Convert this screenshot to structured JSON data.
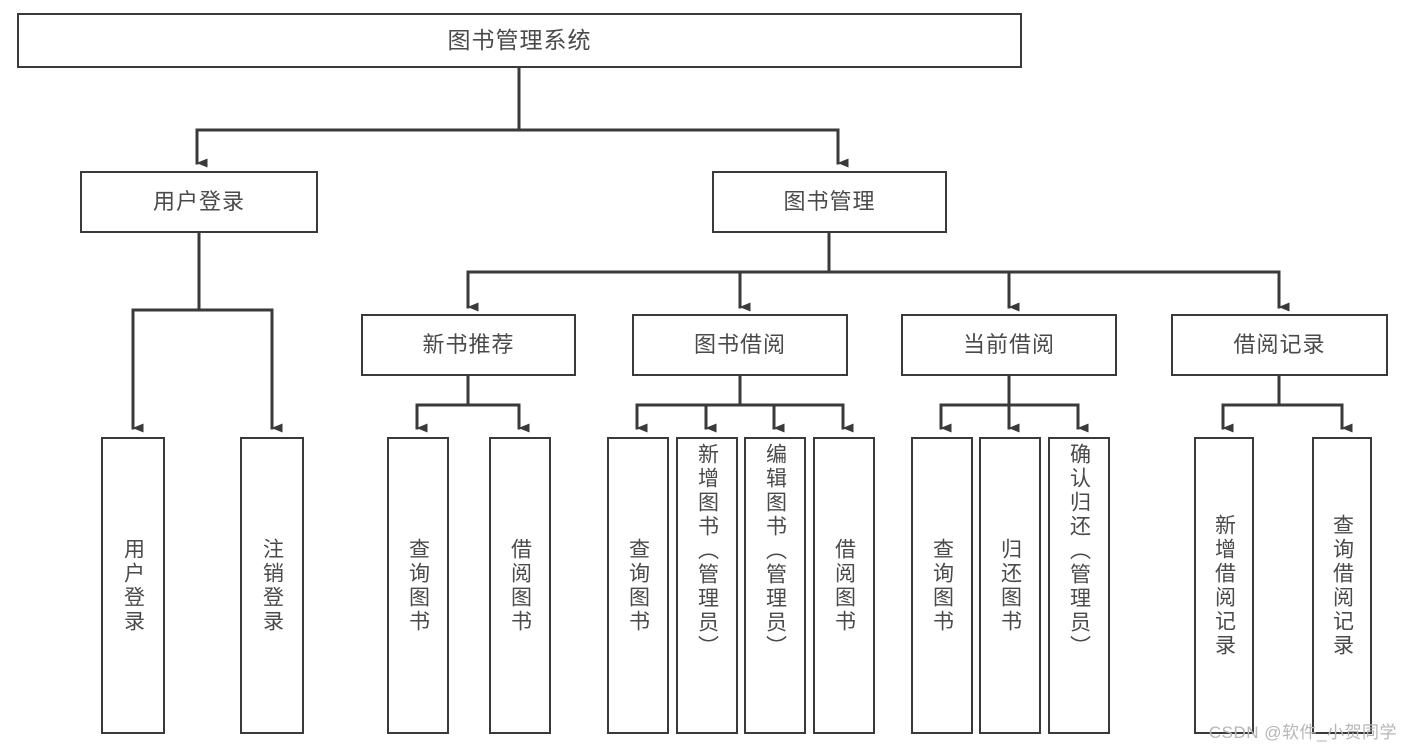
{
  "diagram": {
    "type": "tree-hierarchy-chart",
    "title": "图书管理系统",
    "watermark": "CSDN @软件_小贺同学",
    "colors": {
      "background": "#ffffff",
      "box_border": "#3a3a3a",
      "text": "#4a4a4a",
      "connector": "#3a3a3a",
      "watermark": "#b6b6b6"
    },
    "nodes": {
      "root": {
        "label": "图书管理系统"
      },
      "level2": [
        {
          "id": "user-login",
          "label": "用户登录"
        },
        {
          "id": "book-management",
          "label": "图书管理"
        }
      ],
      "level3": [
        {
          "id": "new-book-recommend",
          "label": "新书推荐"
        },
        {
          "id": "book-borrow",
          "label": "图书借阅"
        },
        {
          "id": "current-borrow",
          "label": "当前借阅"
        },
        {
          "id": "borrow-record",
          "label": "借阅记录"
        }
      ],
      "leaves": {
        "user_login": [
          {
            "id": "leaf-user-login",
            "label": "用户登录"
          },
          {
            "id": "leaf-logout-login",
            "label": "注销登录"
          }
        ],
        "new_book_recommend": [
          {
            "id": "leaf-query-book-1",
            "label": "查询图书"
          },
          {
            "id": "leaf-borrow-book-1",
            "label": "借阅图书"
          }
        ],
        "book_borrow": [
          {
            "id": "leaf-query-book-2",
            "label": "查询图书"
          },
          {
            "id": "leaf-add-book",
            "label": "新增图书（管理员）"
          },
          {
            "id": "leaf-edit-book",
            "label": "编辑图书（管理员）"
          },
          {
            "id": "leaf-borrow-book-2",
            "label": "借阅图书"
          }
        ],
        "current_borrow": [
          {
            "id": "leaf-query-book-3",
            "label": "查询图书"
          },
          {
            "id": "leaf-return-book",
            "label": "归还图书"
          },
          {
            "id": "leaf-confirm-return",
            "label": "确认归还（管理员）"
          }
        ],
        "borrow_record": [
          {
            "id": "leaf-add-record",
            "label": "新增借阅记录"
          },
          {
            "id": "leaf-query-record",
            "label": "查询借阅记录"
          }
        ]
      }
    }
  }
}
